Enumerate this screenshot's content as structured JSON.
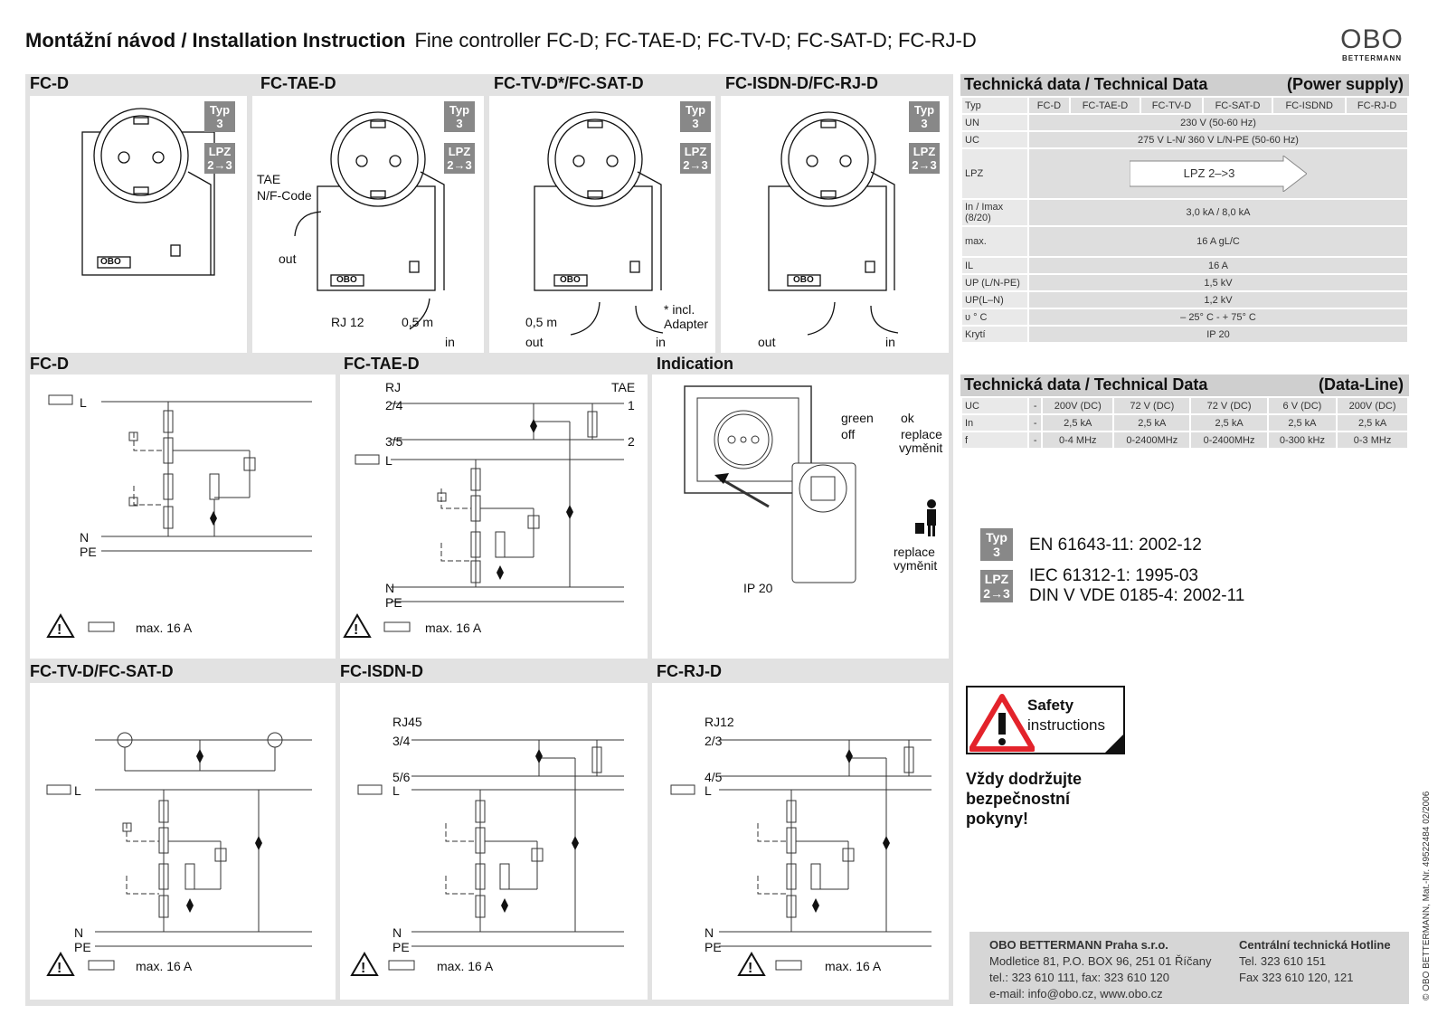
{
  "header": {
    "title": "Montážní návod / Installation Instruction",
    "subtitle": "Fine controller FC-D; FC-TAE-D; FC-TV-D; FC-SAT-D; FC-RJ-D"
  },
  "logo": {
    "mark": "OBO",
    "brand": "BETTERMANN"
  },
  "top_panels": [
    {
      "title": "FC-D",
      "badge_typ": "Typ\n3",
      "badge_lpz": "LPZ\n2→3",
      "logo": "OBO"
    },
    {
      "title": "FC-TAE-D",
      "badge_typ": "Typ\n3",
      "badge_lpz": "LPZ\n2→3",
      "logo": "OBO",
      "tae": "TAE",
      "nf": "N/F-Code",
      "out": "out",
      "rj": "RJ 12",
      "len": "0,5 m",
      "in": "in"
    },
    {
      "title": "FC-TV-D*/FC-SAT-D",
      "badge_typ": "Typ\n3",
      "badge_lpz": "LPZ\n2→3",
      "logo": "OBO",
      "len": "0,5 m",
      "out": "out",
      "in": "in",
      "incl": "* incl.",
      "adapter": "Adapter"
    },
    {
      "title": "FC-ISDN-D/FC-RJ-D",
      "badge_typ": "Typ\n3",
      "badge_lpz": "LPZ\n2→3",
      "logo": "OBO",
      "out": "out",
      "in": "in"
    }
  ],
  "mid_panels": [
    {
      "title": "FC-D",
      "L": "L",
      "N": "N",
      "PE": "PE",
      "max": "max. 16 A"
    },
    {
      "title": "FC-TAE-D",
      "rj": "RJ",
      "tae": "TAE",
      "p24": "2/4",
      "p35": "3/5",
      "one": "1",
      "two": "2",
      "L": "L",
      "N": "N",
      "PE": "PE",
      "max": "max. 16 A"
    },
    {
      "title": "Indication",
      "green": "green",
      "off": "off",
      "ok": "ok",
      "replace": "replace",
      "vymenit": "vyměnit",
      "replace2": "replace",
      "vymenit2": "vyměnit",
      "ip": "IP 20"
    }
  ],
  "bottom_panels": [
    {
      "title": "FC-TV-D/FC-SAT-D",
      "L": "L",
      "N": "N",
      "PE": "PE",
      "max": "max. 16 A"
    },
    {
      "title": "FC-ISDN-D",
      "rj": "RJ45",
      "p1": "3/4",
      "p2": "5/6",
      "L": "L",
      "N": "N",
      "PE": "PE",
      "max": "max. 16 A"
    },
    {
      "title": "FC-RJ-D",
      "rj": "RJ12",
      "p1": "2/3",
      "p2": "4/5",
      "L": "L",
      "N": "N",
      "PE": "PE",
      "max": "max. 16 A"
    }
  ],
  "power_table": {
    "title": "Technická data / Technical Data",
    "title_right": "(Power supply)",
    "header": [
      "Typ",
      "FC-D",
      "FC-TAE-D",
      "FC-TV-D",
      "FC-SAT-D",
      "FC-ISDND",
      "FC-RJ-D"
    ],
    "rows": [
      {
        "label": "UN",
        "value": "230 V (50-60 Hz)"
      },
      {
        "label": "UC",
        "value": "275 V L-N/ 360 V L/N-PE (50-60 Hz)"
      },
      {
        "label": "LPZ",
        "value": "LPZ  2–>3"
      },
      {
        "label": "In / Imax (8/20)",
        "value": "3,0 kA / 8,0 kA"
      },
      {
        "label": "max.",
        "value": "16 A gL/C"
      },
      {
        "label": "IL",
        "value": "16 A"
      },
      {
        "label": "UP (L/N-PE)",
        "value": "1,5 kV"
      },
      {
        "label": "UP(L–N)",
        "value": "1,2 kV"
      },
      {
        "label": "υ ° C",
        "value": "– 25° C - + 75° C"
      },
      {
        "label": "Krytí",
        "value": "IP 20"
      }
    ]
  },
  "data_table": {
    "title": "Technická data / Technical Data",
    "title_right": "(Data-Line)",
    "rows": [
      {
        "label": "UC",
        "cells": [
          "-",
          "200V (DC)",
          "72 V (DC)",
          "72 V (DC)",
          "6 V (DC)",
          "200V (DC)"
        ]
      },
      {
        "label": "In",
        "cells": [
          "-",
          "2,5 kA",
          "2,5 kA",
          "2,5 kA",
          "2,5 kA",
          "2,5 kA"
        ]
      },
      {
        "label": "f",
        "cells": [
          "-",
          "0-4 MHz",
          "0-2400MHz",
          "0-2400MHz",
          "0-300 kHz",
          "0-3 MHz"
        ]
      }
    ]
  },
  "norms": {
    "typ": "Typ\n3",
    "lpz": "LPZ\n2→3",
    "n1": "EN 61643-11: 2002-12",
    "n2": "IEC 61312-1: 1995-03",
    "n3": "DIN V VDE 0185-4: 2002-11"
  },
  "safety": {
    "label1": "Safety",
    "label2": "instructions",
    "text1": "Vždy dodržujte",
    "text2": "bezpečnostní",
    "text3": "pokyny!"
  },
  "footer": {
    "company": "OBO BETTERMANN Praha s.r.o.",
    "addr1": "Modletice 81, P.O. BOX 96, 251 01 Říčany",
    "addr2": "tel.: 323 610 111, fax: 323 610 120",
    "addr3": "e-mail: info@obo.cz, www.obo.cz",
    "hotline": "Centrální technická Hotline",
    "tel": "Tel. 323 610 151",
    "fax": "Fax 323 610 120, 121"
  },
  "side_note": "© OBO BETTERMANN, Mat.-Nr. 49522484 02/2006",
  "colors": {
    "panel_bg": "#e2e2e2",
    "badge": "#888888",
    "warning_red": "#e3232b"
  }
}
